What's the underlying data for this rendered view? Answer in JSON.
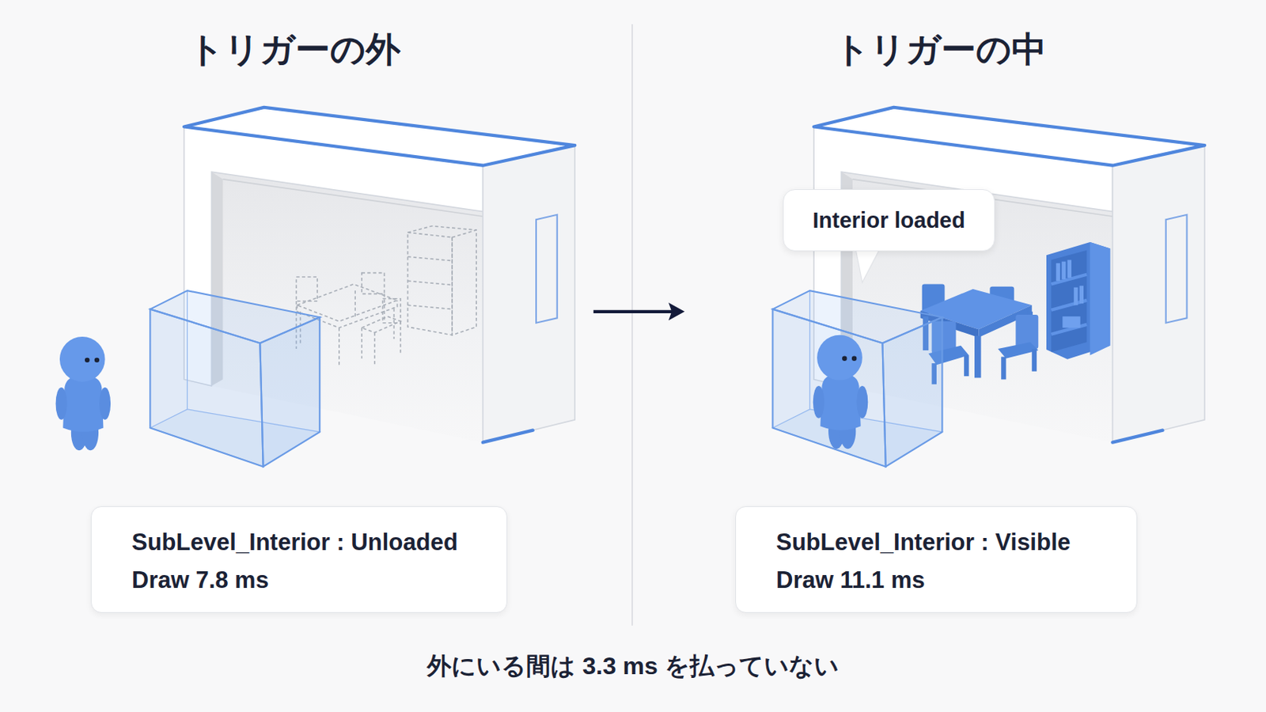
{
  "diagram": {
    "nodes": [
      {
        "text": [
          "SubLevel_Interior : Unloaded",
          "Draw 7.8 ms"
        ]
      },
      {
        "text": [
          "Interior loaded"
        ]
      },
      {
        "text": [
          "SubLevel_Interior : Visible",
          "Draw 11.1 ms"
        ]
      }
    ],
    "labels": [
      "トリガーの外",
      "トリガーの中"
    ],
    "caption": "外にいる間は 3.3 ms を払っていない"
  }
}
